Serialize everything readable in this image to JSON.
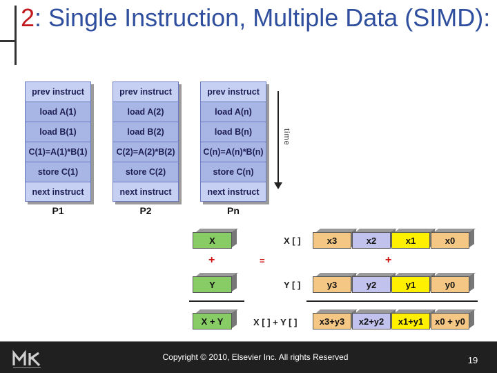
{
  "title": {
    "number": "2",
    "text": ": Single Instruction, Multiple Data (SIMD):"
  },
  "processors": [
    {
      "label": "P1",
      "steps": [
        "prev instruct",
        "load A(1)",
        "load B(1)",
        "C(1)=A(1)*B(1)",
        "store C(1)",
        "next instruct"
      ]
    },
    {
      "label": "P2",
      "steps": [
        "prev instruct",
        "load A(2)",
        "load B(2)",
        "C(2)=A(2)*B(2)",
        "store C(2)",
        "next instruct"
      ]
    },
    {
      "label": "Pn",
      "steps": [
        "prev instruct",
        "load A(n)",
        "load B(n)",
        "C(n)=A(n)*B(n)",
        "store C(n)",
        "next instruct"
      ]
    }
  ],
  "time_label": "time",
  "vector": {
    "scalar_x": "X",
    "scalar_y": "Y",
    "scalar_sum": "X + Y",
    "plus": "+",
    "equals": "=",
    "x_label": "X [ ]",
    "y_label": "Y [ ]",
    "sum_label": "X [ ] + Y [ ]",
    "x_elems": [
      "x3",
      "x2",
      "x1",
      "x0"
    ],
    "y_elems": [
      "y3",
      "y2",
      "y1",
      "y0"
    ],
    "sum_elems": [
      "x3+y3",
      "x2+y2",
      "x1+y1",
      "x0 + y0"
    ],
    "elem_colors": [
      "#f5c785",
      "#c2c2ee",
      "#fff000",
      "#f5c785"
    ]
  },
  "footer": {
    "copyright": "Copyright © 2010, Elsevier Inc. All rights Reserved",
    "page": "19"
  }
}
